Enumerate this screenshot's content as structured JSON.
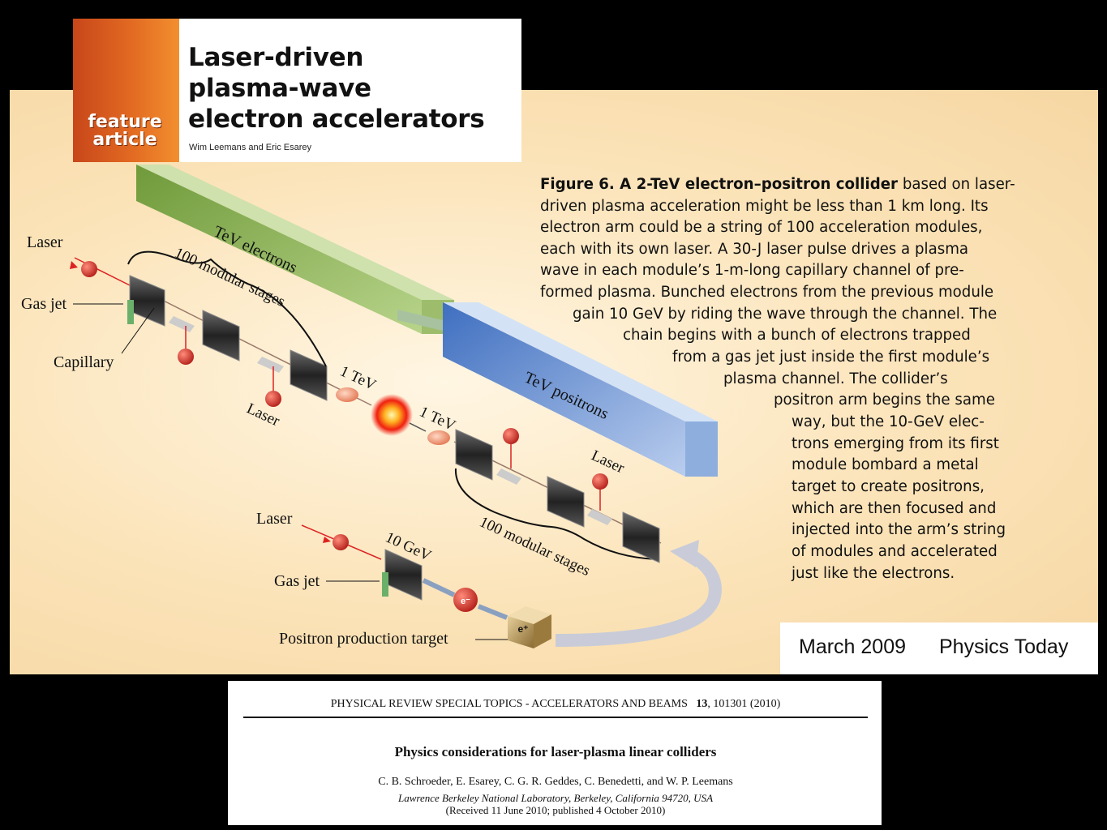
{
  "feature": {
    "badge": "feature article",
    "title_lines": [
      "Laser-driven",
      "plasma-wave",
      "electron accelerators"
    ],
    "authors": "Wim Leemans and Eric Esarey"
  },
  "caption": {
    "bold": "Figure 6. A 2-TeV electron–positron collider",
    "lines": [
      " based on laser-",
      "driven plasma acceleration might be less than 1 km long. Its",
      "electron arm could be a string of 100 acceleration modules,",
      "each with its own laser. A 30-J laser pulse drives a plasma",
      "wave in each module’s 1-m-long capillary channel of pre-",
      "formed plasma. Bunched electrons from the previous module",
      "gain 10 GeV by riding the wave through the channel. The",
      "chain begins with a bunch of electrons trapped",
      "from a gas jet just inside the first module’s",
      "plasma channel. The collider’s",
      "positron arm begins the same",
      "way, but the 10-GeV elec-",
      "trons emerging from its first",
      "module bombard a metal",
      "target to create positrons,",
      "which are then focused and",
      "injected into the arm’s string",
      "of modules and accelerated",
      "just like the electrons."
    ]
  },
  "diagram": {
    "tev_electrons": "TeV electrons",
    "tev_positrons": "TeV positrons",
    "modular_stages_top": "100 modular stages",
    "modular_stages_bottom": "100 modular stages",
    "laser": "Laser",
    "gas_jet": "Gas jet",
    "capillary": "Capillary",
    "laser_bottom_left": "Laser",
    "one_tev_left": "1 TeV",
    "one_tev_right": "1 TeV",
    "laser_right": "Laser",
    "laser_lower": "Laser",
    "ten_gev": "10 GeV",
    "gas_jet_lower": "Gas jet",
    "electron_symbol": "e⁻",
    "positron_symbol": "e⁺",
    "positron_target": "Positron production target"
  },
  "date": "March 2009",
  "journal": "Physics Today",
  "paper": {
    "journal_line": "PHYSICAL REVIEW SPECIAL TOPICS - ACCELERATORS AND BEAMS",
    "volume": "13",
    "article": ", 101301 (2010)",
    "title": "Physics considerations for laser-plasma linear colliders",
    "authors": "C. B. Schroeder, E. Esarey, C. G. R. Geddes, C. Benedetti, and W. P. Leemans",
    "affiliation": "Lawrence Berkeley National Laboratory, Berkeley, California 94720, USA",
    "received": "(Received 11 June 2010; published 4 October 2010)"
  }
}
